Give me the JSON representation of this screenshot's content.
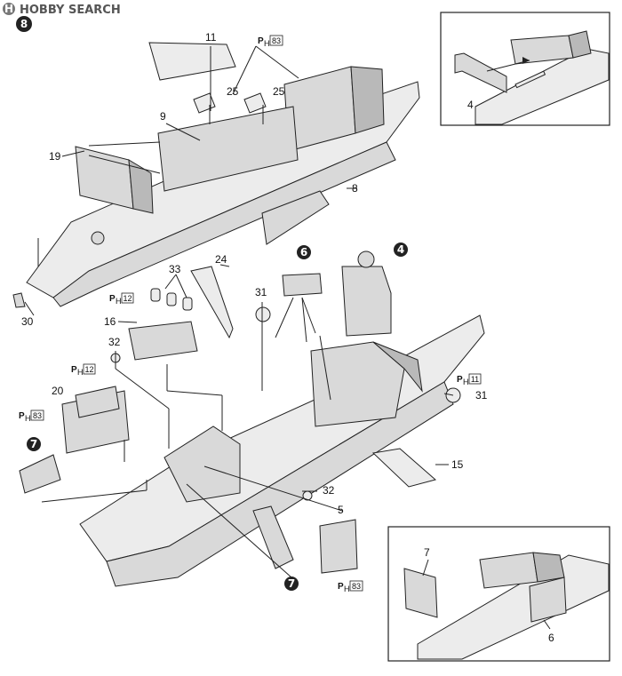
{
  "watermark": {
    "brand": "HOBBY SEARCH",
    "logo_letter": "H"
  },
  "step_number": "8",
  "parts": {
    "p4": "4",
    "p5": "5",
    "p6": "6",
    "p7": "7",
    "p8": "8",
    "p9": "9",
    "p11": "11",
    "p15": "15",
    "p16": "16",
    "p19": "19",
    "p20": "20",
    "p24": "24",
    "p25a": "25",
    "p25b": "25",
    "p30": "30",
    "p31a": "31",
    "p31b": "31",
    "p32a": "32",
    "p32b": "32",
    "p33": "33"
  },
  "photo_etch": {
    "prefix": "P",
    "subscript": "H",
    "ref_83a": "83",
    "ref_83b": "83",
    "ref_83c": "83",
    "ref_12a": "12",
    "ref_12b": "12",
    "ref_11": "11"
  },
  "subassembly_refs": {
    "ref4": "4",
    "ref6": "6",
    "ref7a": "7",
    "ref7b": "7"
  }
}
